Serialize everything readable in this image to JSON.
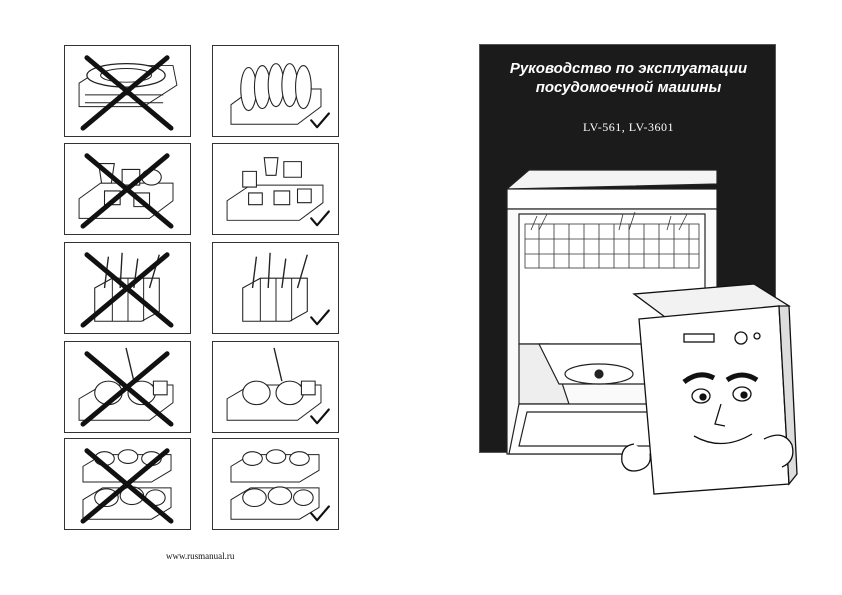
{
  "manual": {
    "title_line1": "Руководство по эксплуатации",
    "title_line2": "посудомоечной машины",
    "models": "LV-561, LV-3601"
  },
  "footer": {
    "url": "www.rusmanual.ru"
  },
  "loading_examples": [
    {
      "item": "large-dish-plate",
      "status": "incorrect",
      "icon": "cross-icon"
    },
    {
      "item": "plates-upright",
      "status": "correct",
      "icon": "checkmark-icon"
    },
    {
      "item": "cups-glasses",
      "status": "incorrect",
      "icon": "cross-icon"
    },
    {
      "item": "cups-glasses-upper-rack",
      "status": "correct",
      "icon": "checkmark-icon"
    },
    {
      "item": "cutlery-basket",
      "status": "incorrect",
      "icon": "cross-icon"
    },
    {
      "item": "cutlery-basket",
      "status": "correct",
      "icon": "checkmark-icon"
    },
    {
      "item": "plates-ladle",
      "status": "incorrect",
      "icon": "cross-icon"
    },
    {
      "item": "plates-ladle",
      "status": "correct",
      "icon": "checkmark-icon"
    },
    {
      "item": "mixed-load-both-racks",
      "status": "incorrect",
      "icon": "cross-icon"
    },
    {
      "item": "mixed-load-both-racks",
      "status": "correct",
      "icon": "checkmark-icon"
    }
  ]
}
